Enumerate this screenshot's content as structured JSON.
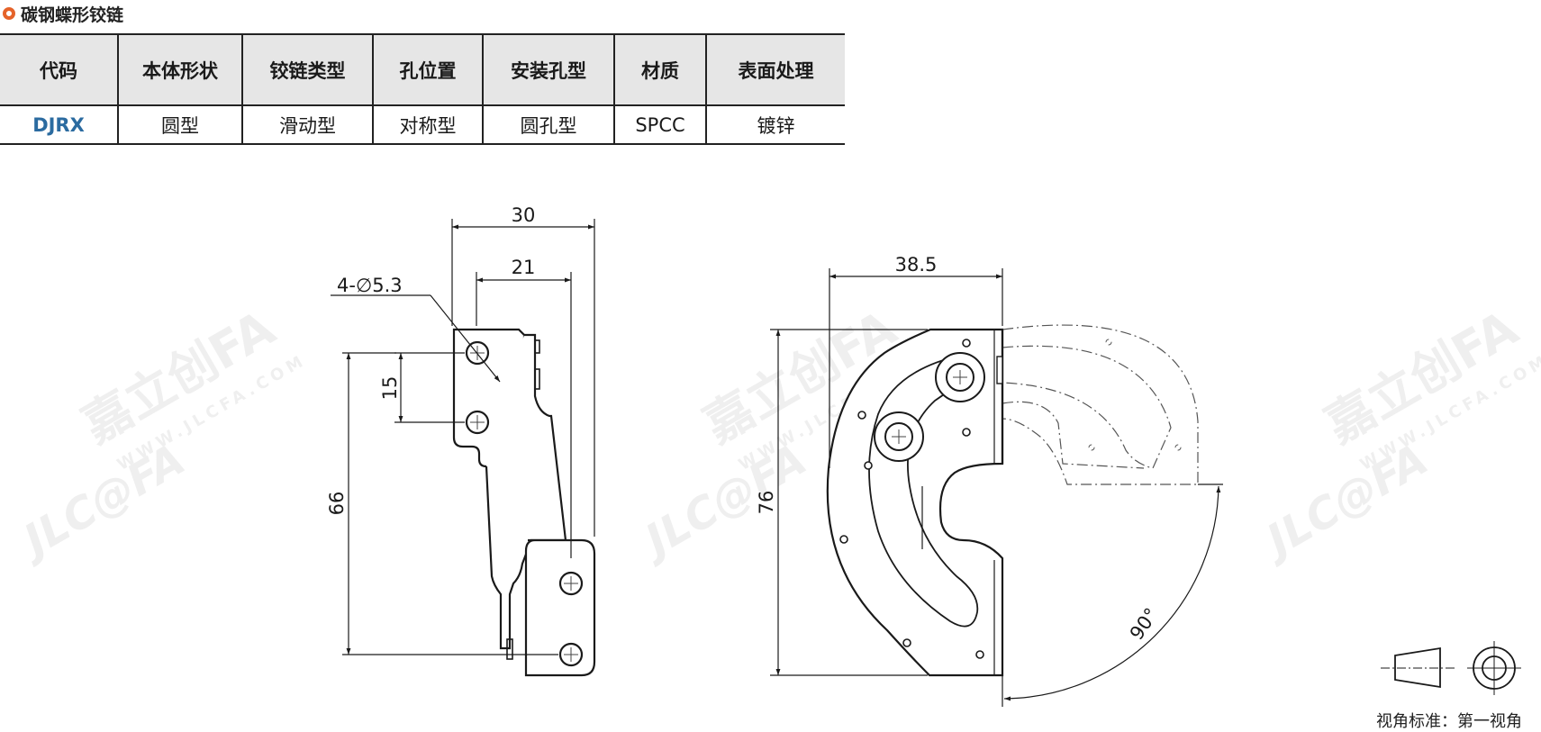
{
  "header": {
    "title": "碳钢蝶形铰链",
    "accent_color": "#e5632a"
  },
  "table": {
    "headers": [
      "代码",
      "本体形状",
      "铰链类型",
      "孔位置",
      "安装孔型",
      "材质",
      "表面处理"
    ],
    "row": [
      "DJRX",
      "圆型",
      "滑动型",
      "对称型",
      "圆孔型",
      "SPCC",
      "镀锌"
    ]
  },
  "dimensions": {
    "width_30": "30",
    "width_21": "21",
    "holes": "4-∅5.3",
    "height_15": "15",
    "height_66": "66",
    "width_38_5": "38.5",
    "height_76": "76",
    "angle": "90°"
  },
  "watermark": {
    "brand": "JLC@FA",
    "chinese": "嘉立创FA",
    "site": "WWW.JLCFA.COM"
  },
  "footnote": "视角标准：第一视角"
}
